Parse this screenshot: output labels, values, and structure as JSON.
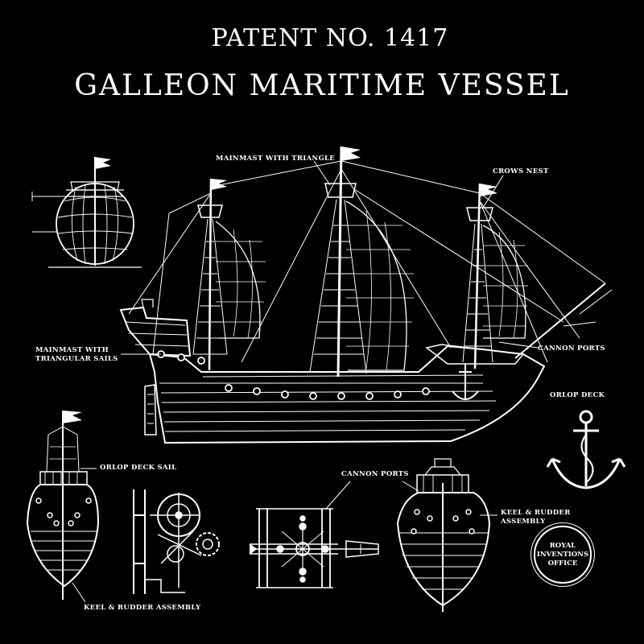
{
  "header": {
    "patent_number": "PATENT NO. 1417",
    "title": "GALLEON MARITIME VESSEL"
  },
  "labels": {
    "mainmast_top": "MAINMAST WITH TRIANGLE",
    "crows_nest": "CROWS NEST",
    "mainmast_sails": "MAINMAST WITH\nTRIANGULAR SAILS",
    "cannon_ports_right": "CANNON PORTS",
    "orlop_deck_right": "ORLOP DECK",
    "orlop_deck_bottom": "ORLOP DECK SAIL",
    "cannon_ports_bottom": "CANNON PORTS",
    "keel_rudder_right": "KEEL & RUDDER\nASSEMBLY",
    "keel_rudder_bottom": "KEEL & RUDDER ASSEMBLY"
  },
  "seal": {
    "text": "ROYAL\nINVENTIONS\nOFFICE"
  },
  "colors": {
    "background": "#000000",
    "ink": "#ffffff"
  }
}
